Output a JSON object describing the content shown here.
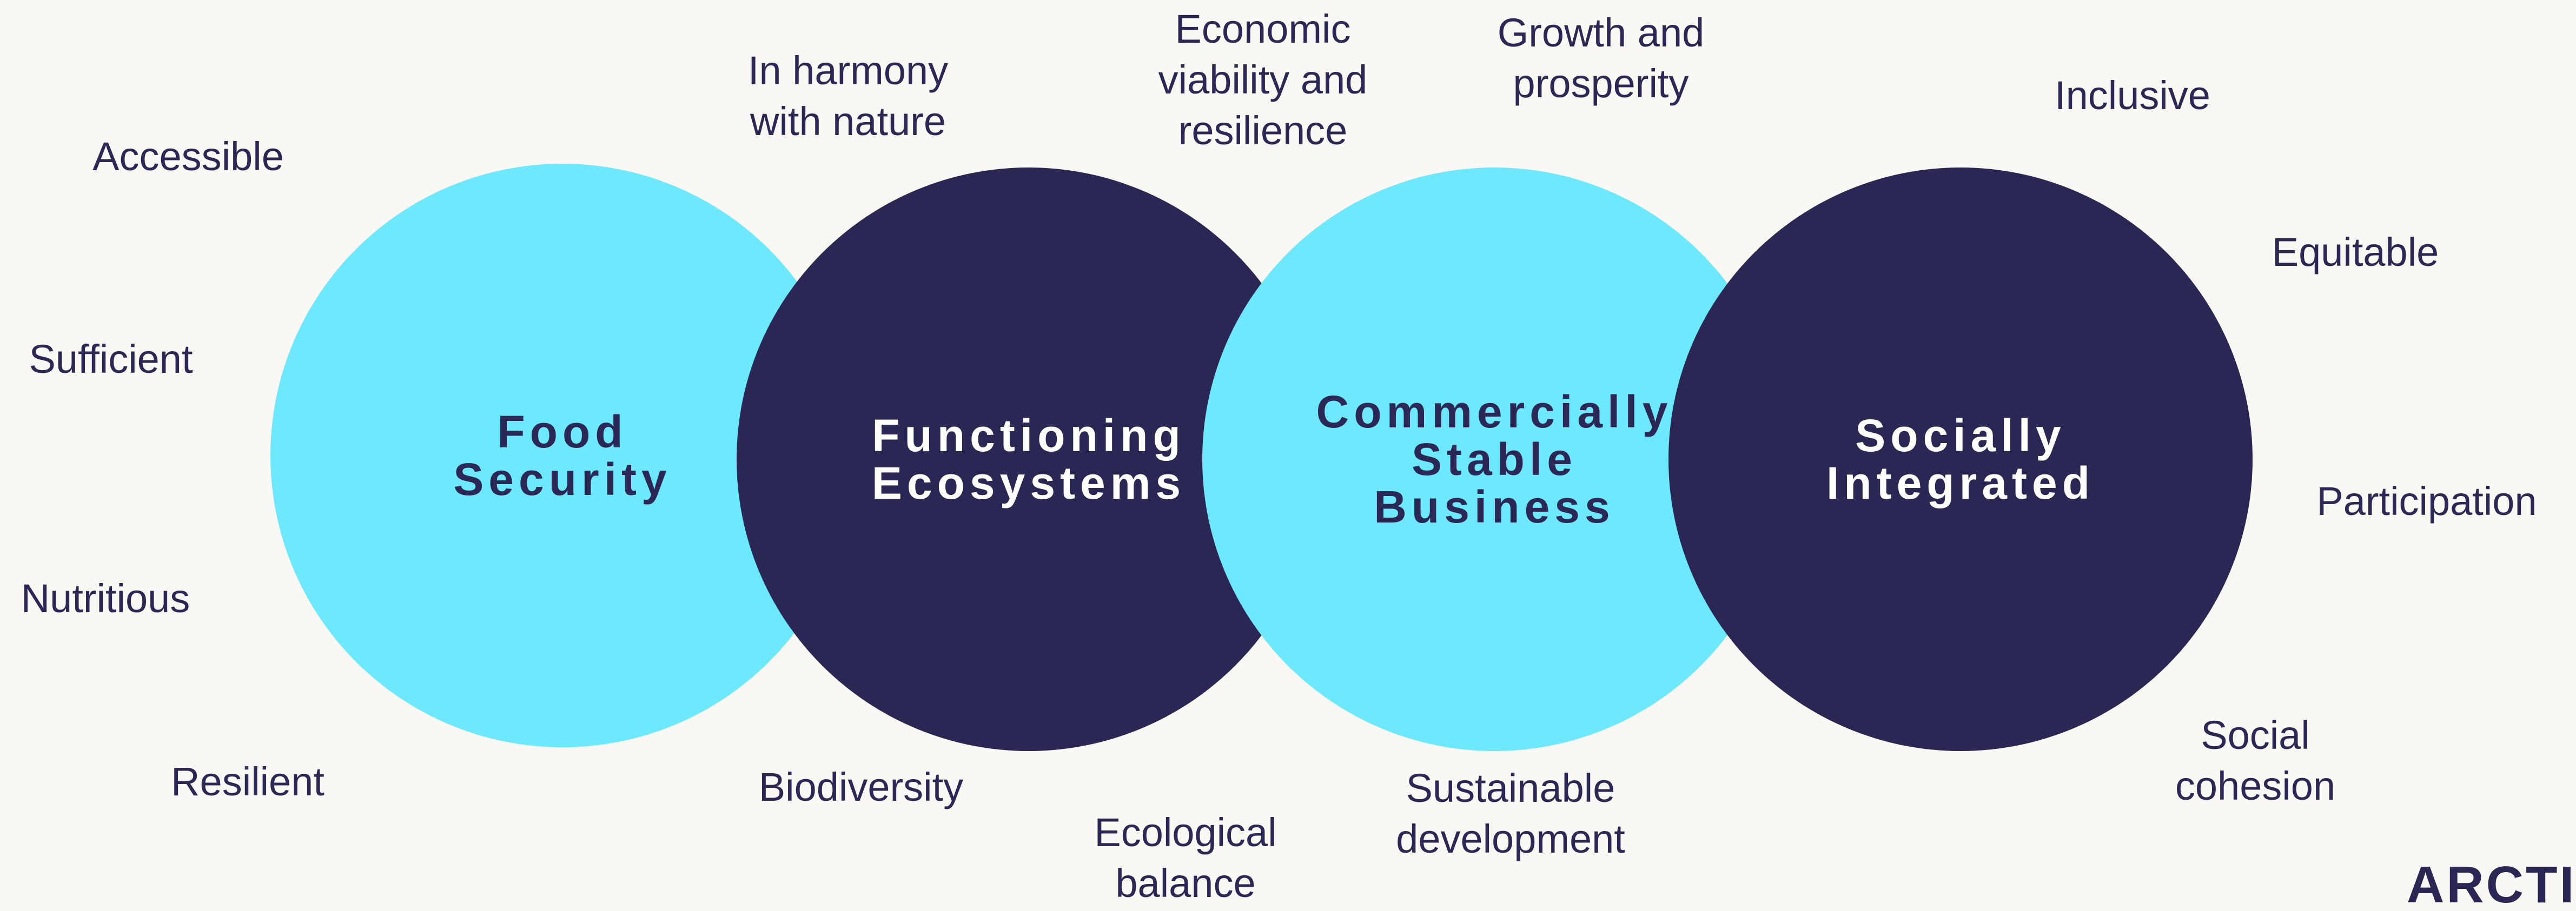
{
  "colors": {
    "background": "#f9f8f4",
    "light_circle": "#6de8fd",
    "dark_circle": "#2a2755",
    "text_dark": "#2b2856",
    "text_light": "#ffffff"
  },
  "circles": [
    {
      "label": "Food\nSecurity",
      "fill": "light"
    },
    {
      "label": "Functioning\nEcosystems",
      "fill": "dark"
    },
    {
      "label": "Commercially\nStable\nBusiness",
      "fill": "light"
    },
    {
      "label": "Socially\nIntegrated",
      "fill": "dark"
    }
  ],
  "terms": {
    "accessible": "Accessible",
    "sufficient": "Sufficient",
    "nutritious": "Nutritious",
    "resilient": "Resilient",
    "in_harmony": "In harmony\nwith nature",
    "biodiversity": "Biodiversity",
    "economic": "Economic\nviability and\nresilience",
    "ecological": "Ecological\nbalance",
    "growth": "Growth and\nprosperity",
    "sustainable": "Sustainable\ndevelopment",
    "inclusive": "Inclusive",
    "equitable": "Equitable",
    "participation": "Participation",
    "social_cohesion": "Social\ncohesion"
  },
  "brand": "ARCTI"
}
